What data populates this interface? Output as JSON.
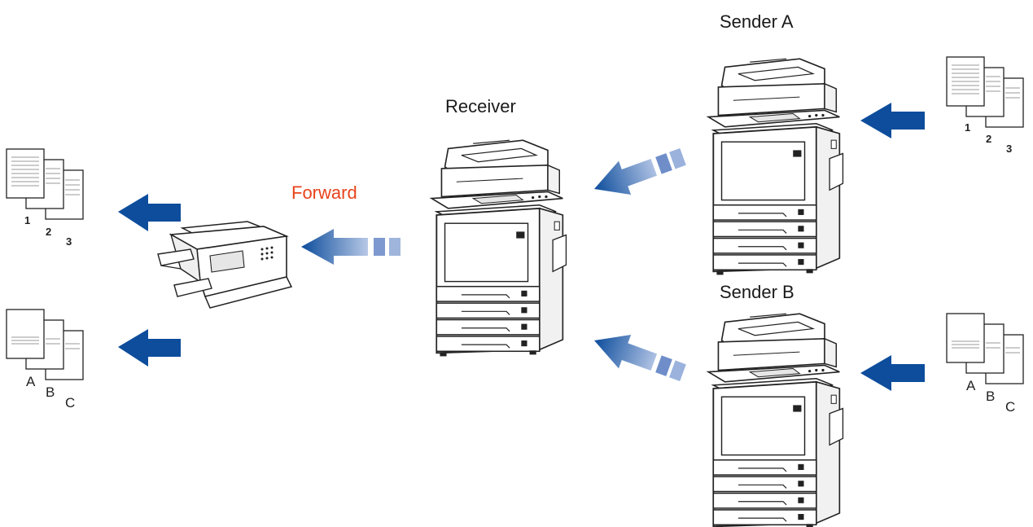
{
  "labels": {
    "sender_a": "Sender A",
    "sender_b": "Sender B",
    "receiver": "Receiver",
    "forward": "Forward"
  },
  "documents": {
    "numeric_pages": [
      "1",
      "2",
      "3"
    ],
    "alpha_pages": [
      "A",
      "B",
      "C"
    ]
  },
  "colors": {
    "arrow_blue": "#0d4d9c",
    "forward_label": "#e8431c",
    "machine_outline": "#222222",
    "text": "#1a1a1a"
  },
  "icons": {
    "multifunction_printer": "mfp-printer-icon",
    "fax_machine": "fax-machine-icon",
    "document_stack": "document-stack-icon",
    "arrow": "arrow-left-icon"
  }
}
